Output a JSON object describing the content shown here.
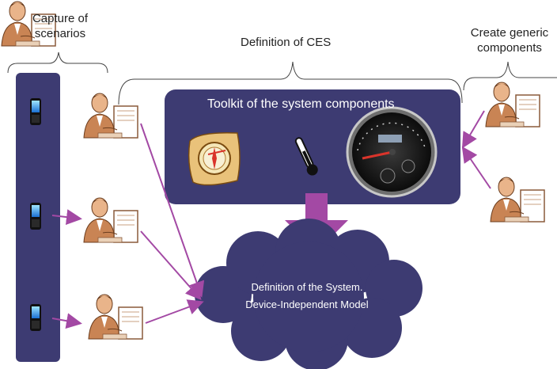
{
  "labels": {
    "capture_line1": "Capture of",
    "capture_line2": "scenarios",
    "definition_ces": "Definition of CES",
    "create_line1": "Create generic",
    "create_line2": "components"
  },
  "toolkit": {
    "title": "Toolkit of the system components",
    "icons": [
      "compass-map-icon",
      "thermometer-icon",
      "speedometer-icon"
    ]
  },
  "cloud": {
    "line1": "Definition of the System.",
    "line2": "Device-Independent Model"
  },
  "colors": {
    "panel": "#3d3b72",
    "arrow": "#a349a4",
    "bracket": "#444444"
  }
}
